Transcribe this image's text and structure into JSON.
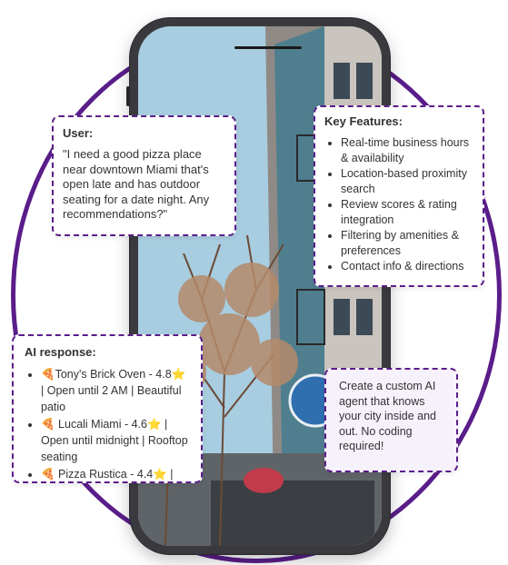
{
  "user_card": {
    "title": "User:",
    "message": "\"I need a good pizza place near downtown Miami that's open late and has outdoor seating for a date night. Any recommendations?\""
  },
  "features_card": {
    "title": "Key Features:",
    "items": [
      "Real-time business hours & availability",
      "Location-based proximity search",
      "Review scores & rating integration",
      "Filtering by amenities & preferences",
      "Contact info & directions"
    ]
  },
  "ai_card": {
    "title": "AI response:",
    "items": [
      "🍕Tony's Brick Oven - 4.8⭐ | Open until 2 AM | Beautiful patio",
      "🍕 Lucali Miami - 4.6⭐ | Open until midnight | Rooftop seating",
      "🍕 Pizza Rustica - 4.4⭐ |"
    ]
  },
  "cta_card": {
    "text": "Create a custom AI agent that knows your city inside and out. No coding required!"
  },
  "colors": {
    "accent": "#5a1d8a",
    "cta_background": "#f7f1fb",
    "phone_frame": "#3a3a3e"
  }
}
